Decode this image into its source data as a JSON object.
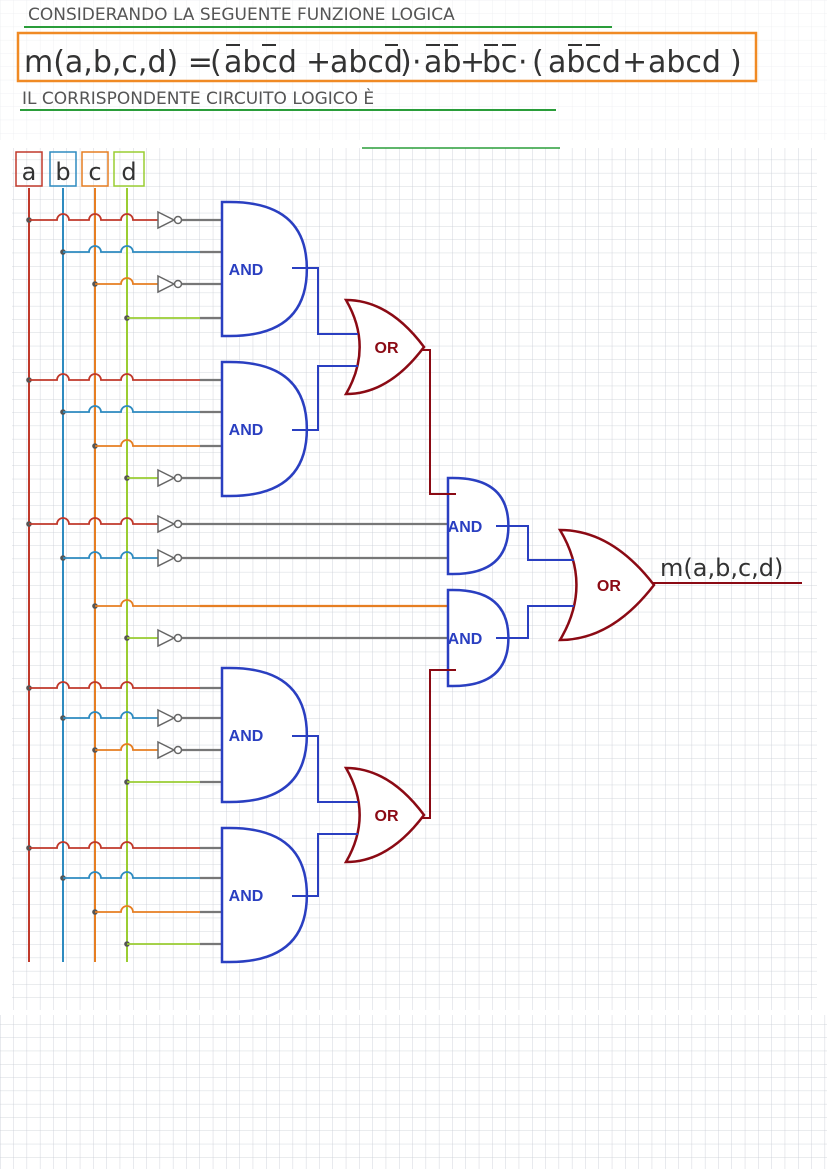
{
  "header": {
    "line1": "CONSIDERANDO LA SEGUENTE FUNZIONE LOGICA",
    "line3": "IL CORRISPONDENTE CIRCUITO LOGICO È",
    "formula": {
      "lhs": "m(a,b,c,d) =",
      "paren1_open": "(",
      "t1": "abcd",
      "plus": "+",
      "t2": "abcd",
      "paren1_close": ")",
      "dot": "·",
      "t3": "ab",
      "t4": "bc",
      "paren2_open": "(",
      "t5": "abcd",
      "t6": "abcd",
      "paren2_close": ")"
    }
  },
  "inputs": [
    {
      "label": "a",
      "color": "#c0392b"
    },
    {
      "label": "b",
      "color": "#2e8bc0"
    },
    {
      "label": "c",
      "color": "#e67e22"
    },
    {
      "label": "d",
      "color": "#9acd32"
    }
  ],
  "gates": {
    "and_label": "AND",
    "or_label": "OR"
  },
  "output_label": "m(a,b,c,d)",
  "colors": {
    "and_gate": "#2a3fc1",
    "or_gate": "#8b0a14",
    "wire_gray": "#777777",
    "frame_orange": "#f08a24",
    "underline_green": "#2a9d3a",
    "grid": "#c8ccd4"
  }
}
